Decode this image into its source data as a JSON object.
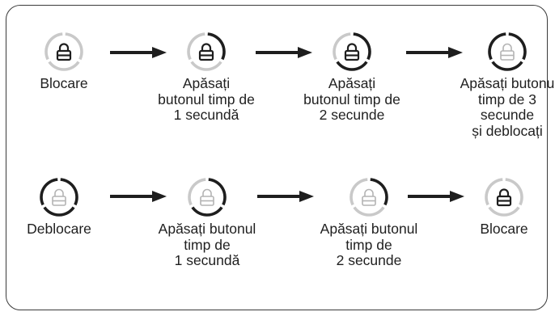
{
  "colors": {
    "ring_dark": "#1e1e1e",
    "ring_light": "#c9c9c9",
    "lock_dark": "#1e1e1e",
    "lock_light": "#b4b4b4",
    "arrow": "#1e1e1e",
    "text": "#1f1f1f"
  },
  "rows": [
    {
      "steps": [
        {
          "caption": "Blocare",
          "lock_active": true,
          "ring_dark_fraction": 0
        },
        {
          "caption": "Apăsați\nbutonul timp de\n1 secundă",
          "lock_active": true,
          "ring_dark_fraction": 0.3333
        },
        {
          "caption": "Apăsați\nbutonul timp de\n2 secunde",
          "lock_active": true,
          "ring_dark_fraction": 0.6667
        },
        {
          "caption": "Apăsați butonu\ntimp de 3\nsecunde\nși deblocați",
          "lock_active": false,
          "ring_dark_fraction": 1
        }
      ]
    },
    {
      "steps": [
        {
          "caption": "Deblocare",
          "lock_active": false,
          "ring_dark_fraction": 1
        },
        {
          "caption": "Apăsați butonul\ntimp de\n1 secundă",
          "lock_active": false,
          "ring_dark_fraction": 0.6667
        },
        {
          "caption": "Apăsați butonul\ntimp de\n2 secunde",
          "lock_active": false,
          "ring_dark_fraction": 0.3333
        },
        {
          "caption": "Blocare",
          "lock_active": true,
          "ring_dark_fraction": 0
        }
      ]
    }
  ]
}
